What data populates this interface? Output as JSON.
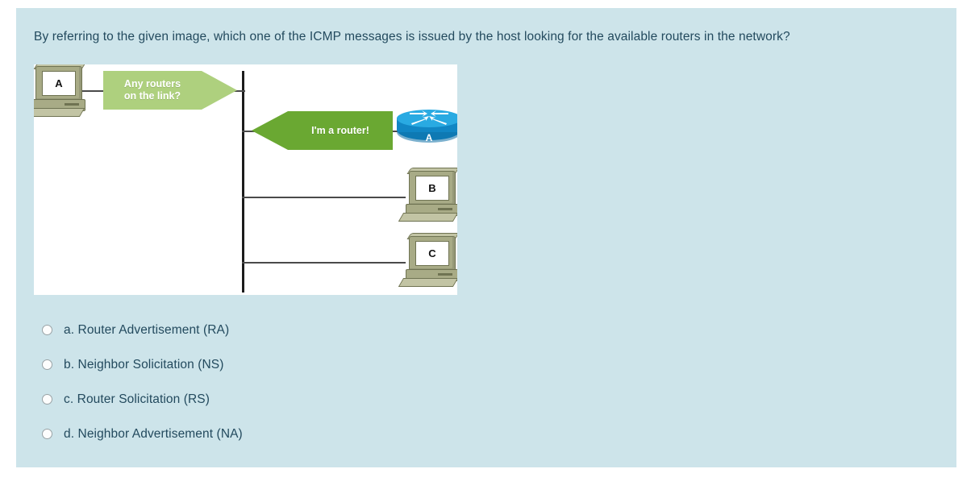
{
  "question": {
    "text": "By referring to the given image, which one of the ICMP messages is issued by the host looking for the available routers in the network?"
  },
  "diagram": {
    "nodes": {
      "host_a_label": "A",
      "router_a_label": "A",
      "host_b_label": "B",
      "host_c_label": "C"
    },
    "messages": {
      "request_arrow": "Any routers\non the link?",
      "reply_arrow": "I'm a router!"
    },
    "colors": {
      "request_arrow": "#aed07e",
      "reply_arrow": "#6aa832",
      "router_top": "#29aae2",
      "router_body": "#1186c4",
      "pc_case": "#a8ab86",
      "trunk_line": "#1c1c1c"
    }
  },
  "options": [
    {
      "id": "a",
      "label": "a. Router Advertisement (RA)",
      "selected": false
    },
    {
      "id": "b",
      "label": "b. Neighbor Solicitation (NS)",
      "selected": false
    },
    {
      "id": "c",
      "label": "c. Router Solicitation (RS)",
      "selected": false
    },
    {
      "id": "d",
      "label": "d. Neighbor Advertisement (NA)",
      "selected": false
    }
  ],
  "theme": {
    "panel_background": "#cde4ea",
    "text_color": "#234a5e",
    "page_background": "#ffffff"
  }
}
